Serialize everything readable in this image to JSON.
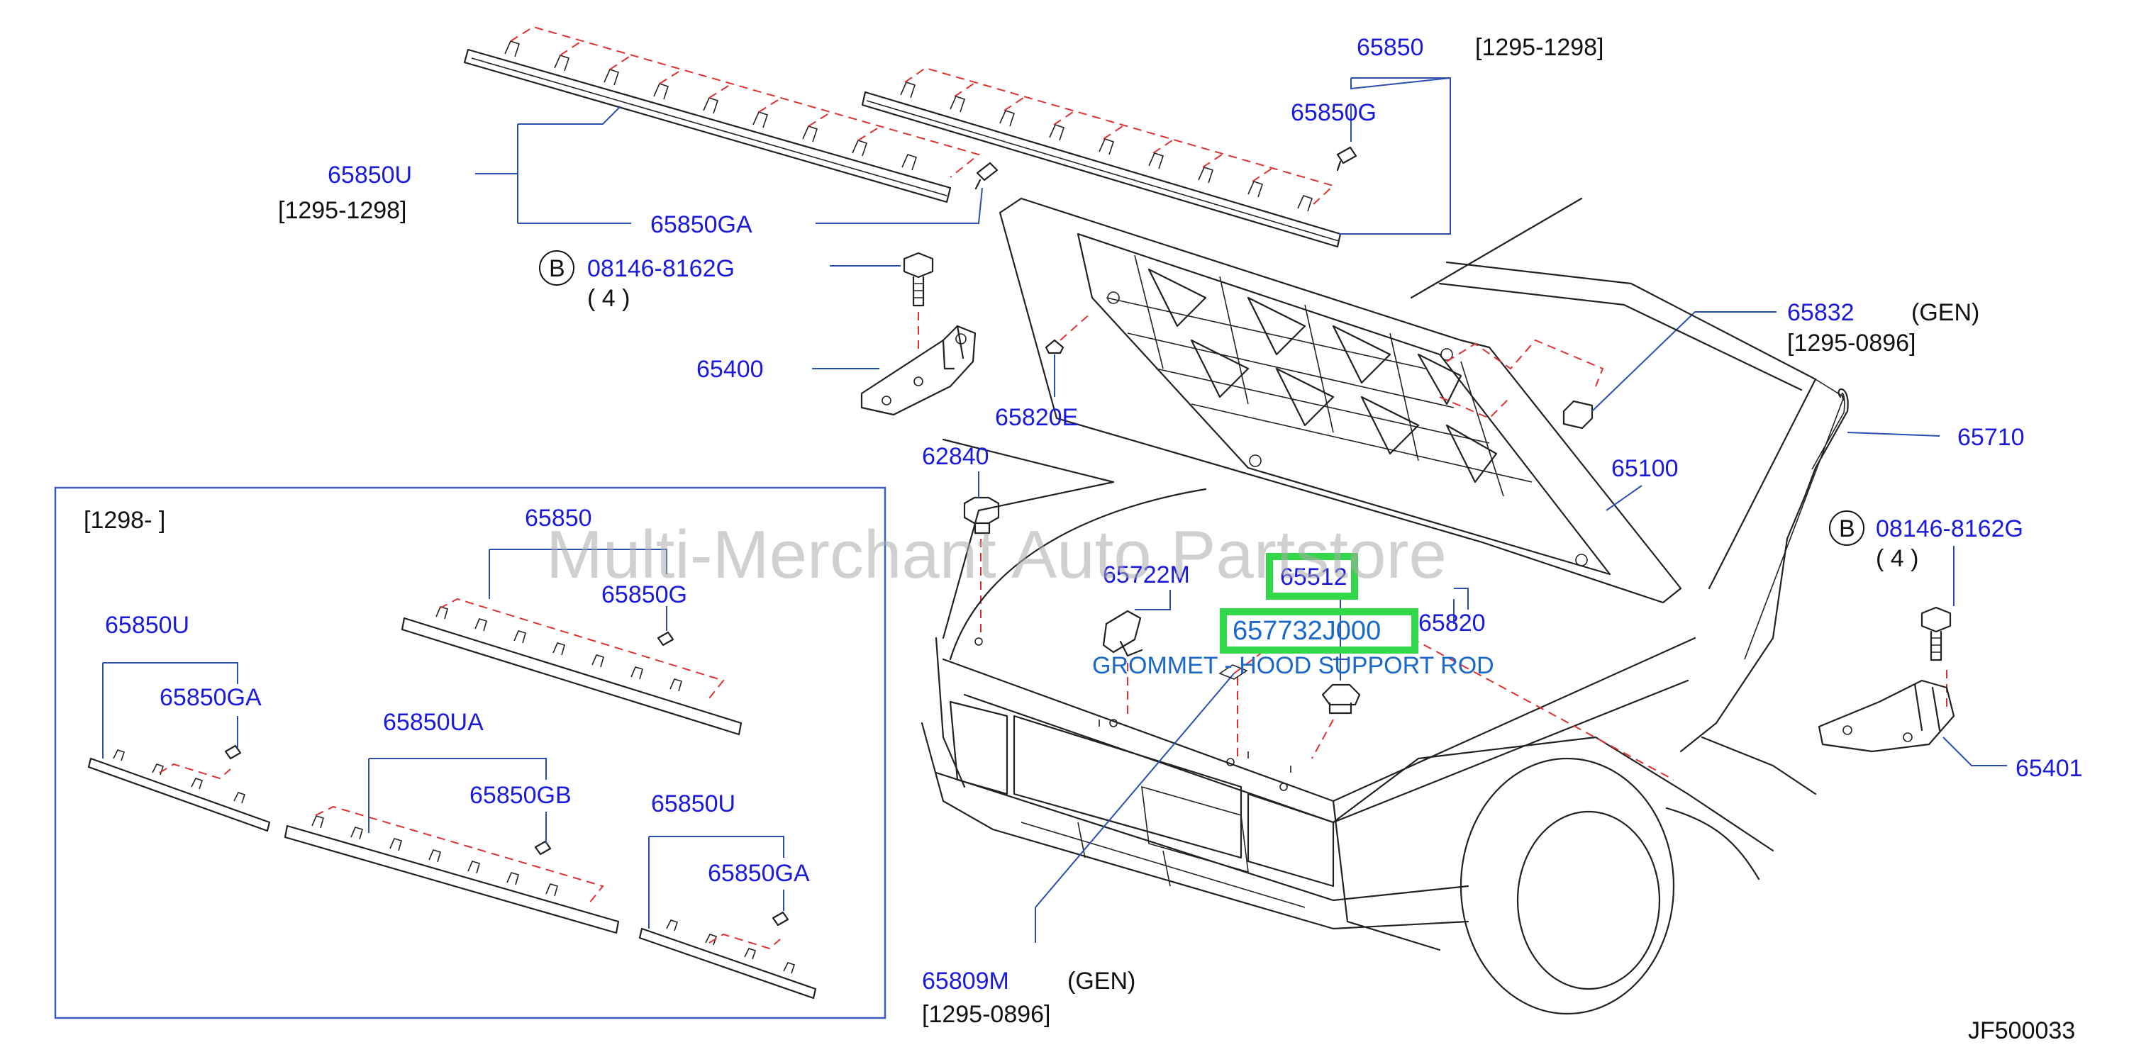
{
  "diagram_id": "JF500033",
  "watermark": "Multi-Merchant Auto Partstore",
  "highlight": {
    "part_number": "657732J000",
    "description": "GROMMET - HOOD SUPPORT ROD",
    "ref_label": "65512"
  },
  "callouts": {
    "p65850_top": "65850",
    "p65850_top_range": "[1295-1298]",
    "p65850G_top": "65850G",
    "p65850U_top": "65850U",
    "p65850U_top_range": "[1295-1298]",
    "p65850GA_top": "65850GA",
    "bolt_left_circle": "B",
    "bolt_left_pn": "08146-8162G",
    "bolt_left_qty": "( 4 )",
    "p65400": "65400",
    "p65820E": "65820E",
    "p62840": "62840",
    "p65832": "65832",
    "p65832_gen": "(GEN)",
    "p65832_range": "[1295-0896]",
    "p65710": "65710",
    "p65100": "65100",
    "bolt_right_circle": "B",
    "bolt_right_pn": "08146-8162G",
    "bolt_right_qty": "( 4 )",
    "p65722M": "65722M",
    "p65820": "65820",
    "p65401": "65401",
    "p65809M": "65809M",
    "p65809M_gen": "(GEN)",
    "p65809M_range": "[1295-0896]"
  },
  "inset": {
    "range": "[1298-                    ]",
    "p65850": "65850",
    "p65850G": "65850G",
    "p65850U_left": "65850U",
    "p65850GA_left": "65850GA",
    "p65850UA": "65850UA",
    "p65850GB": "65850GB",
    "p65850U_right": "65850U",
    "p65850GA_right": "65850GA"
  }
}
